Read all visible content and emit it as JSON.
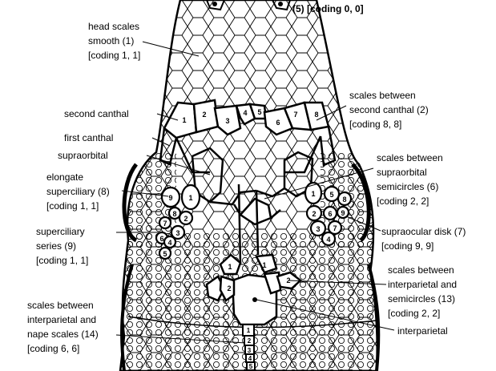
{
  "labels": {
    "top_right": "(5) [coding 0, 0]",
    "head_scales": [
      "head scales",
      "smooth (1)",
      "[coding 1, 1]"
    ],
    "second_canthal": "second canthal",
    "first_canthal": "first canthal",
    "supraorbital": "supraorbital",
    "elongate_superciliary": [
      "elongate",
      "superciliary (8)",
      "[coding 1, 1]"
    ],
    "superciliary_series": [
      "superciliary",
      "series (9)",
      "[coding 1, 1]"
    ],
    "scales_between_interparietal_nape": [
      "scales between",
      "interparietal and",
      "nape scales (14)",
      "[coding 6, 6]"
    ],
    "scales_between_second_canthal": [
      "scales between",
      "second canthal (2)",
      "[coding 8, 8]"
    ],
    "scales_between_supraorbital": [
      "scales between",
      "supraorbital",
      "semicircles (6)",
      "[coding 2, 2]"
    ],
    "supraocular_disk": [
      "supraocular disk (7)",
      "[coding 9, 9]"
    ],
    "scales_between_interparietal_semicircles": [
      "scales between",
      "interparietal and",
      "semicircles (13)",
      "[coding 2, 2]"
    ],
    "interparietal": "interparietal"
  },
  "scale_numbers": {
    "canthal_row": [
      "1",
      "2",
      "3",
      "4",
      "5",
      "6",
      "7",
      "8"
    ],
    "left_eye": [
      "9",
      "1",
      "8",
      "7",
      "2",
      "6",
      "3",
      "4",
      "5"
    ],
    "right_eye": [
      "1",
      "5",
      "8",
      "2",
      "6",
      "9",
      "3",
      "7",
      "4"
    ],
    "interparietal_left": [
      "1",
      "2"
    ],
    "interparietal_right": [
      "1",
      "2"
    ],
    "nape_row": [
      "1",
      "2",
      "3",
      "4",
      "5"
    ]
  }
}
